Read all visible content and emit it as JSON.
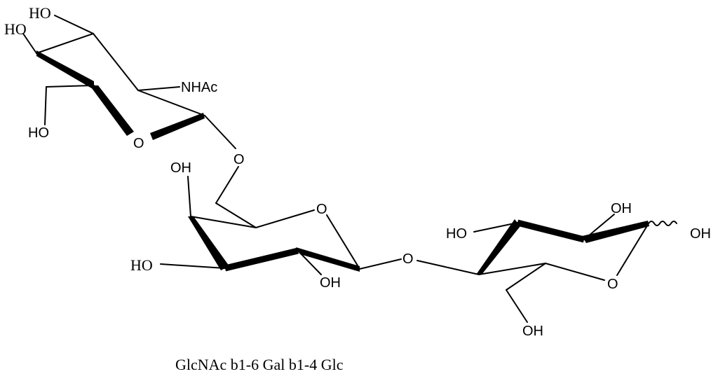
{
  "caption": "GlcNAc b1-6 Gal b1-4 Glc",
  "glcnac": {
    "ho_top": "HO",
    "ho_left": "HO",
    "nhac": "NHAc",
    "ho_ch2": "HO",
    "ring_o": "O"
  },
  "linkage_1_6": {
    "o": "O"
  },
  "gal": {
    "oh_top": "OH",
    "ho_left": "HO",
    "oh_bottom": "OH",
    "ring_o": "O"
  },
  "linkage_1_4": {
    "o": "O"
  },
  "glc": {
    "ho_left": "HO",
    "oh_top": "OH",
    "oh_anomeric": "OH",
    "ring_o": "O",
    "oh_ch2": "OH"
  }
}
